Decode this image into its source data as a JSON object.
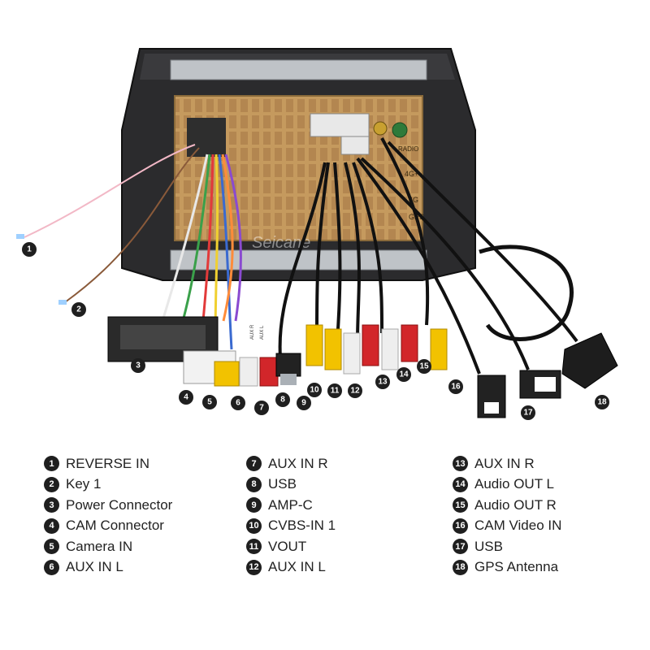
{
  "panel_labels": {
    "radio": "RADIO",
    "fourg_top": "4G+",
    "fourg": "4G",
    "gps": "GPS",
    "watermark": "Seicane"
  },
  "callouts": [
    "1",
    "2",
    "3",
    "4",
    "5",
    "6",
    "7",
    "8",
    "9",
    "10",
    "11",
    "12",
    "13",
    "14",
    "15",
    "16",
    "17",
    "18"
  ],
  "plug_labels": {
    "aux_r": "AUX R",
    "aux_l": "AUX L"
  },
  "legend": {
    "columns": [
      [
        {
          "num": "1",
          "label": "REVERSE IN"
        },
        {
          "num": "2",
          "label": "Key 1"
        },
        {
          "num": "3",
          "label": "Power Connector"
        },
        {
          "num": "4",
          "label": "CAM Connector"
        },
        {
          "num": "5",
          "label": "Camera IN"
        },
        {
          "num": "6",
          "label": "AUX IN L"
        }
      ],
      [
        {
          "num": "7",
          "label": "AUX IN R"
        },
        {
          "num": "8",
          "label": "USB"
        },
        {
          "num": "9",
          "label": "AMP-C"
        },
        {
          "num": "10",
          "label": "CVBS-IN 1"
        },
        {
          "num": "11",
          "label": "VOUT"
        },
        {
          "num": "12",
          "label": "AUX IN L"
        }
      ],
      [
        {
          "num": "13",
          "label": "AUX IN R"
        },
        {
          "num": "14",
          "label": "Audio OUT L"
        },
        {
          "num": "15",
          "label": "Audio OUT R"
        },
        {
          "num": "16",
          "label": "CAM Video IN"
        },
        {
          "num": "17",
          "label": "USB"
        },
        {
          "num": "18",
          "label": "GPS Antenna"
        }
      ]
    ]
  },
  "colors": {
    "badge": "#1f1f1f",
    "housing": "#2a2a2c",
    "panel": "#c9a26a",
    "rca_yellow": "#f2c200",
    "rca_white": "#eeeeee",
    "rca_red": "#d2262a"
  }
}
